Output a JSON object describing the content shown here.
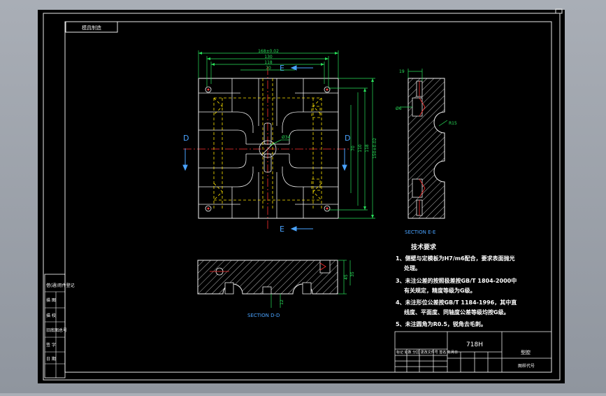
{
  "drawing": {
    "corner_title": "模具制造",
    "tech_title": "技术要求",
    "notes": [
      "1、侧壁与定模板为H7/m6配合，要求表面抛光",
      "处理。",
      "3、未注公差的按照极差按GB/T 1804-2000中",
      "有关规定，精度等级为G级。",
      "4、未注形位公差按GB/T 1184-1996，其中直",
      "线度、平面度、同轴度公差等级均按G级。",
      "5、未注圆角为R0.5，锐角去毛刺。"
    ],
    "section_ee": "SECTION E-E",
    "section_dd": "SECTION D-D",
    "cut_letters": {
      "e_top": "E",
      "e_bottom": "E",
      "d_left": "D",
      "d_right": "D"
    },
    "dims": {
      "top": [
        "168±0.02",
        "130",
        "118",
        "70"
      ],
      "right": [
        "150±0.02",
        "118",
        "110",
        "70"
      ],
      "hole_dia": "Ø34",
      "side_top": "19",
      "side_left": "Ø6",
      "side_arc": "R15",
      "bottom_right": [
        "45",
        "35"
      ],
      "bottom_under": "12"
    },
    "side_table": [
      "借(通)用件登记",
      "描  图",
      "描  校",
      "旧底图总号",
      "签  字",
      "日  期"
    ],
    "title_block": {
      "material": "718H",
      "part_name": "型腔",
      "drawing_no": "图样代号",
      "top_row": "标记 处数 分区 更改文件号 签名 年月日"
    }
  }
}
